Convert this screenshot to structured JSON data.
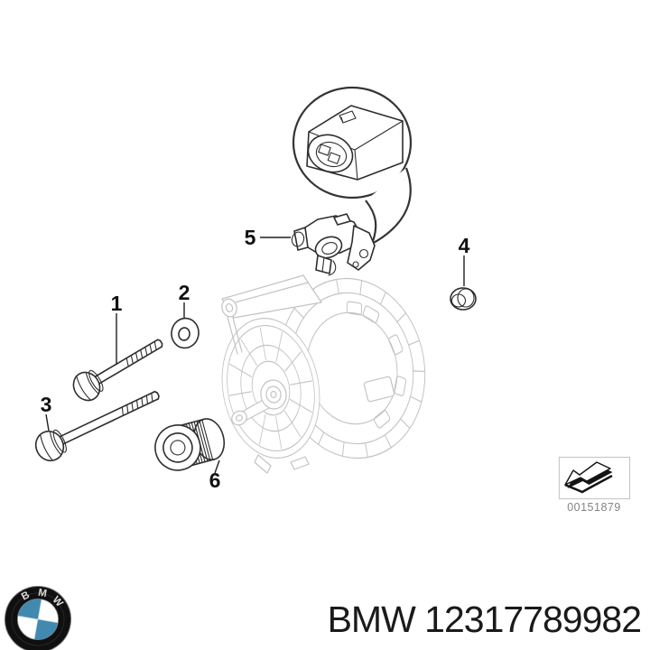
{
  "diagram": {
    "callouts": [
      {
        "n": "1"
      },
      {
        "n": "2"
      },
      {
        "n": "3"
      },
      {
        "n": "4"
      },
      {
        "n": "5"
      },
      {
        "n": "6"
      }
    ],
    "ref_code": "00151879"
  },
  "footer": {
    "caption": "BMW 12317789982",
    "logo_letters": [
      "B",
      "M",
      "W"
    ]
  },
  "colors": {
    "logo_blue": "#4189ae",
    "line_dark": "#2e2e2e",
    "line_light": "#c3c3c3",
    "caption_text": "#1a1a1a",
    "ref_text": "#848484"
  }
}
